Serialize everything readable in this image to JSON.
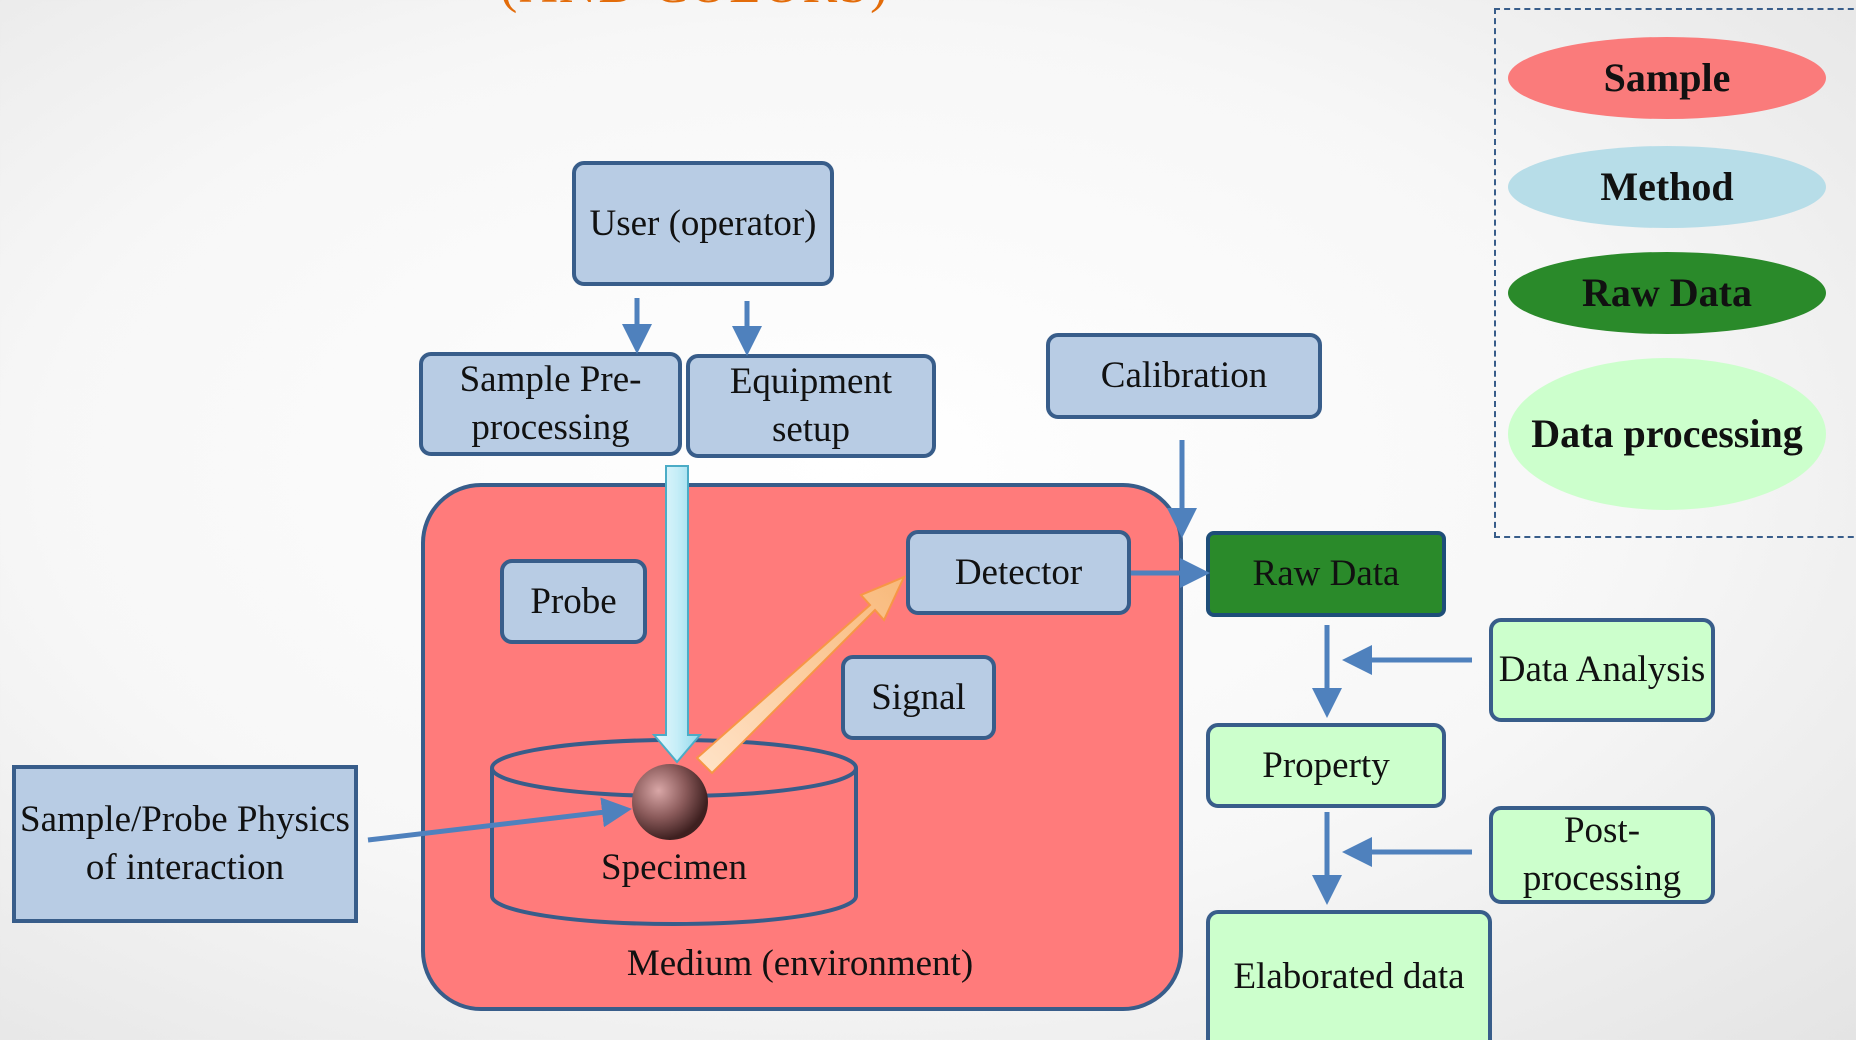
{
  "title": "(AND COLORS)",
  "legend": {
    "sample": "Sample",
    "method": "Method",
    "raw_data": "Raw Data",
    "data_processing": "Data processing",
    "colors": {
      "sample": "#fa7b7b",
      "method": "#b7dde8",
      "raw_data": "#2a8a2a",
      "data_processing": "#ccffcc"
    }
  },
  "nodes": {
    "user": "User (operator)",
    "sample_preprocessing": "Sample Pre-processing",
    "equipment_setup": "Equipment setup",
    "calibration": "Calibration",
    "probe": "Probe",
    "detector": "Detector",
    "signal": "Signal",
    "specimen": "Specimen",
    "medium": "Medium (environment)",
    "physics": "Sample/Probe Physics of interaction",
    "raw_data": "Raw Data",
    "data_analysis": "Data Analysis",
    "property": "Property",
    "post_processing": "Post-processing",
    "elaborated_data": "Elaborated data"
  }
}
